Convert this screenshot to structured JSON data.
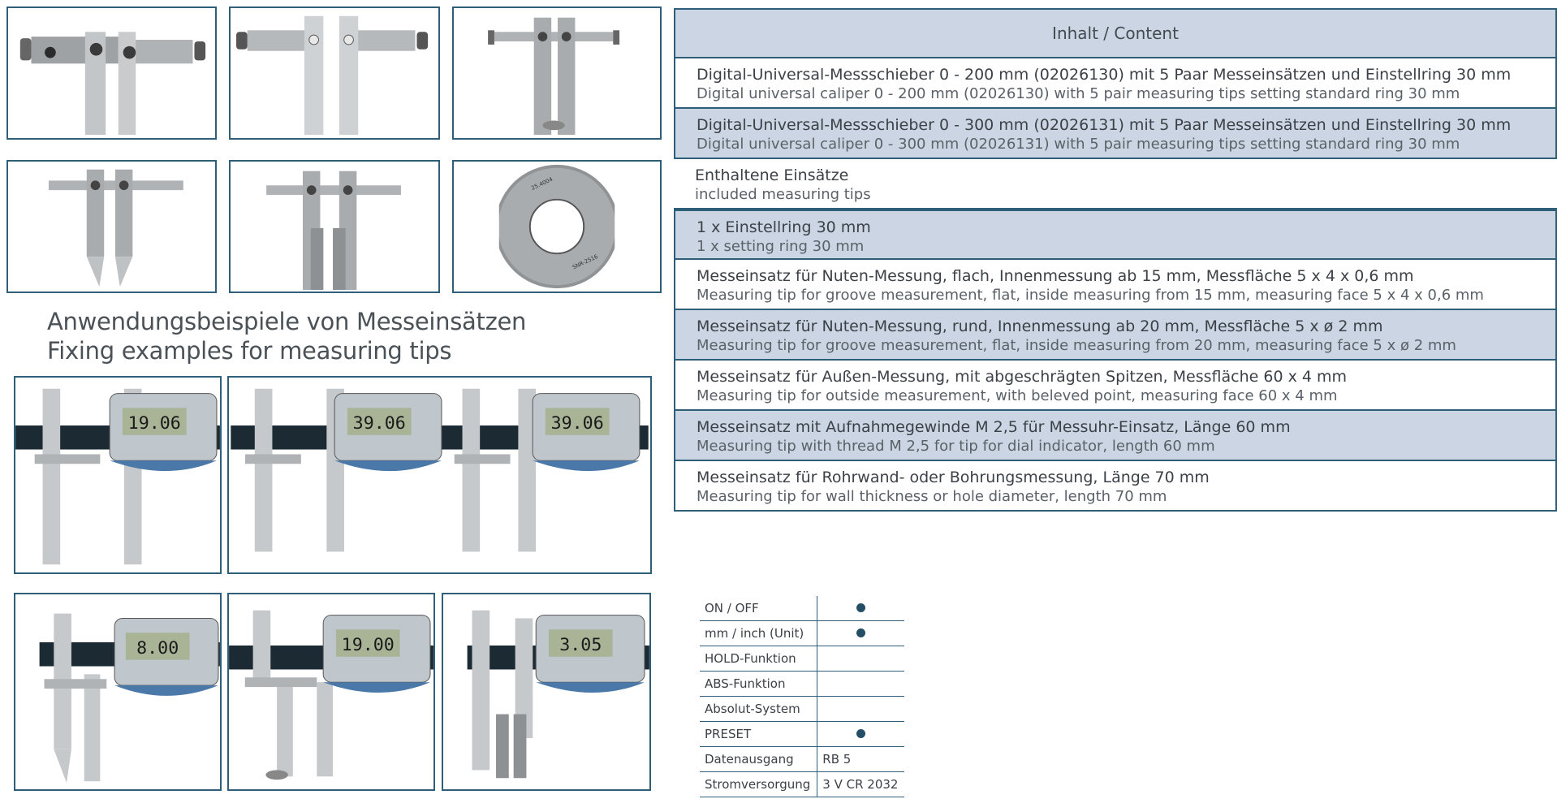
{
  "caption": {
    "line_de": "Anwendungsbeispiele von Messeinsätzen",
    "line_en": "Fixing examples for measuring tips"
  },
  "displays": [
    "19.06",
    "39.06",
    "39.06",
    "8.00",
    "19.00",
    "3.05"
  ],
  "ring_engraving": [
    "25.4004",
    "SNR-2516"
  ],
  "content_table": {
    "header": "Inhalt / Content",
    "rows": [
      {
        "de": "Digital-Universal-Messschieber 0 - 200 mm (02026130) mit 5 Paar Messeinsätzen und Einstellring 30 mm",
        "en": "Digital universal caliper 0 - 200 mm (02026130) with 5 pair measuring tips setting standard ring 30 mm"
      },
      {
        "de": "Digital-Universal-Messschieber 0 - 300 mm (02026131) mit 5 Paar Messeinsätzen und Einstellring 30 mm",
        "en": "Digital universal caliper 0 - 300 mm (02026131) with 5 pair measuring tips setting standard ring 30 mm"
      },
      {
        "de": "Enthaltene Einsätze",
        "en": "included measuring tips"
      },
      {
        "de": "1 x Einstellring 30 mm",
        "en": "1 x setting ring 30 mm"
      },
      {
        "de": "Messeinsatz für Nuten-Messung, flach, Innenmessung ab 15 mm, Messfläche 5 x 4 x 0,6 mm",
        "en": "Measuring tip for groove measurement, flat, inside measuring from 15 mm, measuring face 5 x 4 x 0,6 mm"
      },
      {
        "de": "Messeinsatz für Nuten-Messung, rund, Innenmessung ab 20 mm, Messfläche 5 x ø 2 mm",
        "en": "Measuring tip for groove measurement, flat, inside measuring from 20 mm, measuring face 5 x ø 2 mm"
      },
      {
        "de": "Messeinsatz für Außen-Messung, mit abgeschrägten Spitzen, Messfläche 60 x 4 mm",
        "en": "Measuring tip for outside measurement, with beleved point, measuring face 60 x 4 mm"
      },
      {
        "de": "Messeinsatz mit Aufnahmegewinde M 2,5 für Messuhr-Einsatz, Länge 60 mm",
        "en": "Measuring tip with thread M 2,5 for tip for dial indicator, length 60 mm"
      },
      {
        "de": "Messeinsatz für Rohrwand- oder Bohrungsmessung, Länge 70 mm",
        "en": "Measuring tip for wall thickness or hole diameter, length 70 mm"
      }
    ]
  },
  "spec_table": [
    {
      "label": "ON / OFF",
      "value": "",
      "dot": true
    },
    {
      "label": "mm / inch (Unit)",
      "value": "",
      "dot": true
    },
    {
      "label": "HOLD-Funktion",
      "value": "",
      "dot": false
    },
    {
      "label": "ABS-Funktion",
      "value": "",
      "dot": false
    },
    {
      "label": "Absolut-System",
      "value": "",
      "dot": false
    },
    {
      "label": "PRESET",
      "value": "",
      "dot": true
    },
    {
      "label": "Datenausgang",
      "value": "RB 5",
      "dot": false
    },
    {
      "label": "Stromversorgung",
      "value": "3 V CR 2032",
      "dot": false
    }
  ],
  "colors": {
    "frame": "#2f5f78",
    "row_shade": "#cbd5e3",
    "steel": "#b9bcbf",
    "bar": "#1c2a33",
    "dot": "#234e66"
  }
}
